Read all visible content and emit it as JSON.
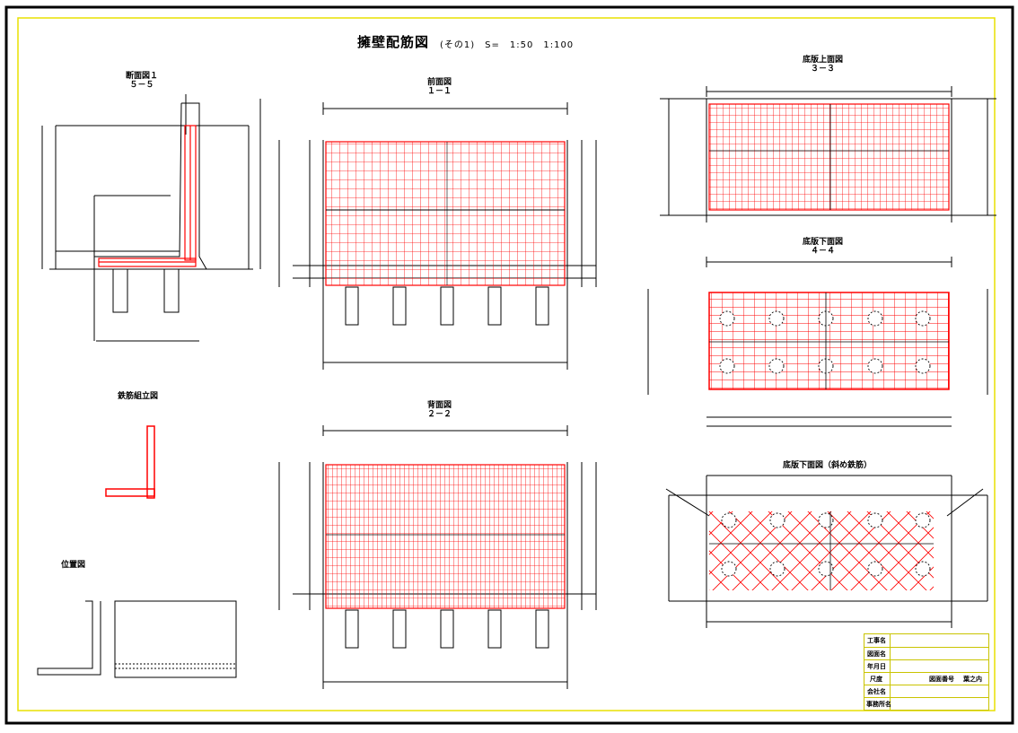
{
  "sheet": {
    "title": "擁壁配筋図",
    "subtitle": "(その1)　S=　1:50　1:100",
    "colors": {
      "rebar": "#ff0000",
      "frame": "#000000",
      "border": "#e8e000",
      "line": "#000000"
    }
  },
  "views": {
    "section_1": {
      "title": "断面図１",
      "mark": "５－５"
    },
    "front": {
      "title": "前面図",
      "mark": "１－１"
    },
    "slab_top": {
      "title": "底版上面図",
      "mark": "３－３"
    },
    "slab_bottom": {
      "title": "底版下面図",
      "mark": "４－４"
    },
    "assembly": {
      "title": "鉄筋組立図"
    },
    "back": {
      "title": "背面図",
      "mark": "２－２"
    },
    "slab_diag": {
      "title": "底版下面図（斜め鉄筋）"
    },
    "location": {
      "title": "位置図"
    }
  },
  "title_block": {
    "project_label": "工事名",
    "drawing_name_label": "図面名",
    "date_label": "年月日",
    "scale_label": "尺度",
    "drawing_no_label": "図面番号",
    "sheet_label": "葉之内",
    "company_label": "会社名",
    "author_label": "事務所名"
  }
}
